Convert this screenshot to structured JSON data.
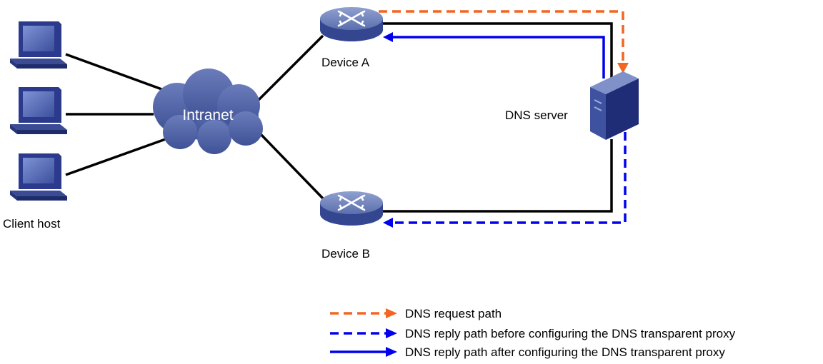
{
  "nodes": {
    "intranet": "Intranet",
    "device_a": "Device A",
    "device_b": "Device B",
    "dns_server": "DNS server",
    "client_host": "Client host"
  },
  "legend": {
    "request": "DNS request path",
    "reply_before": "DNS reply path before configuring the DNS transparent proxy",
    "reply_after": "DNS reply path after configuring the DNS transparent proxy"
  },
  "colors": {
    "link": "#000000",
    "request_path": "#f26522",
    "reply_path": "#0000ee",
    "cloud": "#4d5fa3",
    "router": "#5b6fad",
    "server": "#2b3a8c"
  },
  "icons": [
    "pc-icon",
    "cloud-icon",
    "router-icon",
    "server-icon"
  ]
}
